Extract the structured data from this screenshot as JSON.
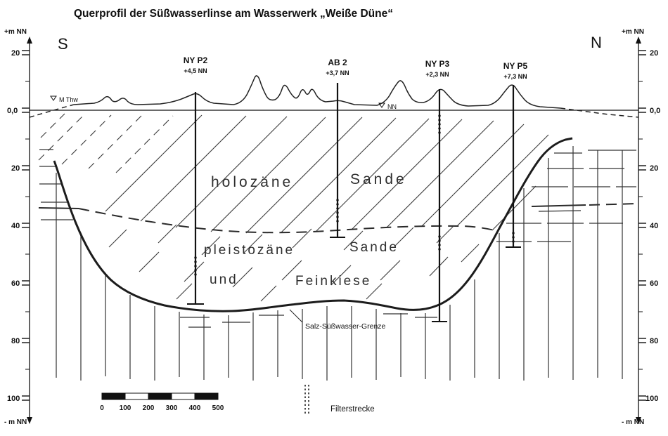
{
  "title": "Querprofil der Süßwasserlinse am Wasserwerk „Weiße Düne“",
  "compass": {
    "south": "S",
    "north": "N"
  },
  "axis": {
    "top_label": "+m NN",
    "bottom_label": "- m NN",
    "ticks": [
      "20",
      "0,0",
      "20",
      "40",
      "60",
      "80",
      "100"
    ]
  },
  "boreholes": [
    {
      "name": "NY P2",
      "elevation": "+4,5 NN"
    },
    {
      "name": "AB 2",
      "elevation": "+3,7 NN"
    },
    {
      "name": "NY P3",
      "elevation": "+2,3 NN"
    },
    {
      "name": "NY P5",
      "elevation": "+7,3 NN"
    }
  ],
  "layers": {
    "holocene_word1": "holozäne",
    "holocene_word2": "Sande",
    "pleistocene_word1": "pleistozäne",
    "pleistocene_word2": "Sande",
    "pleistocene_word3": "und",
    "pleistocene_word4": "Feinkiese"
  },
  "annotations": {
    "salt_fresh_boundary": "Salz-Süßwasser-Grenze",
    "mthw": "M Thw",
    "nn": "NN"
  },
  "scalebar": {
    "labels": [
      "0",
      "100",
      "200",
      "300",
      "400",
      "500"
    ]
  },
  "legend": {
    "filterstrecke": "Filterstrecke"
  }
}
